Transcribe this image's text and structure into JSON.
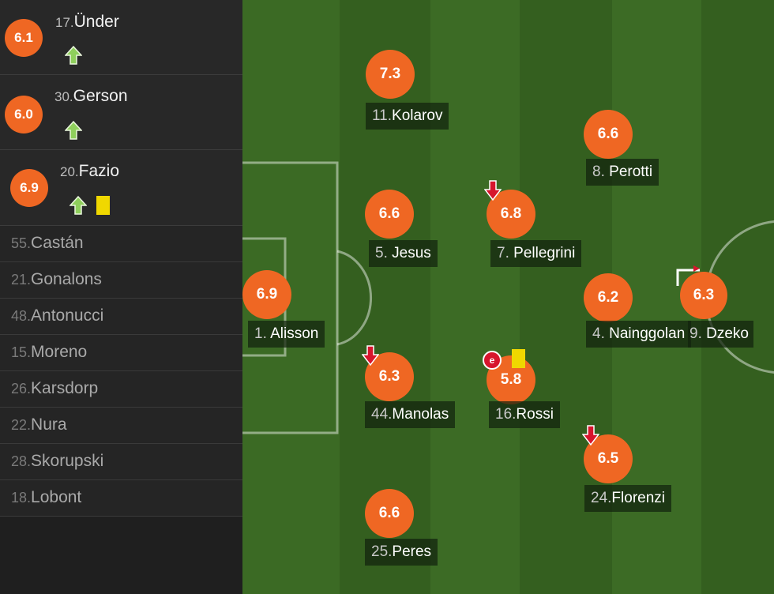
{
  "colors": {
    "rating_bg": "#ef6723",
    "pitch_light": "#3f6f27",
    "pitch_dark": "#35621f",
    "sidebar_bg": "#1f1f1f"
  },
  "substitutes_used": [
    {
      "number": "17.",
      "name": "Ünder",
      "rating": "6.1",
      "icons": [
        "up-arrow-icon"
      ]
    },
    {
      "number": "30.",
      "name": "Gerson",
      "rating": "6.0",
      "icons": [
        "up-arrow-icon"
      ]
    },
    {
      "number": "20.",
      "name": "Fazio",
      "rating": "6.9",
      "icons": [
        "up-arrow-icon",
        "yellow-card-icon"
      ]
    }
  ],
  "bench": [
    {
      "number": "55.",
      "name": "Castán"
    },
    {
      "number": "21.",
      "name": "Gonalons"
    },
    {
      "number": "48.",
      "name": "Antonucci"
    },
    {
      "number": "15.",
      "name": "Moreno"
    },
    {
      "number": "26.",
      "name": "Karsdorp"
    },
    {
      "number": "22.",
      "name": "Nura"
    },
    {
      "number": "28.",
      "name": "Skorupski"
    },
    {
      "number": "18.",
      "name": "Lobont"
    }
  ],
  "lineup": [
    {
      "number": "1.",
      "name": "Alisson",
      "rating": "6.9"
    },
    {
      "number": "11.",
      "name": "Kolarov",
      "rating": "7.3"
    },
    {
      "number": "5.",
      "name": "Jesus",
      "rating": "6.6"
    },
    {
      "number": "44.",
      "name": "Manolas",
      "rating": "6.3",
      "icons": [
        "down-arrow-icon"
      ]
    },
    {
      "number": "25.",
      "name": "Peres",
      "rating": "6.6"
    },
    {
      "number": "7.",
      "name": "Pellegrini",
      "rating": "6.8",
      "icons": [
        "down-arrow-icon"
      ]
    },
    {
      "number": "16.",
      "name": "Rossi",
      "rating": "5.8",
      "icons": [
        "own-goal-icon",
        "yellow-card-icon"
      ],
      "own_goal_text": "e"
    },
    {
      "number": "8.",
      "name": "Perotti",
      "rating": "6.6"
    },
    {
      "number": "4.",
      "name": "Nainggolan",
      "rating": "6.2"
    },
    {
      "number": "24.",
      "name": "Florenzi",
      "rating": "6.5",
      "icons": [
        "down-arrow-icon"
      ]
    },
    {
      "number": "9.",
      "name": "Dzeko",
      "rating": "6.3",
      "icons": [
        "corner-flag-icon"
      ]
    }
  ]
}
